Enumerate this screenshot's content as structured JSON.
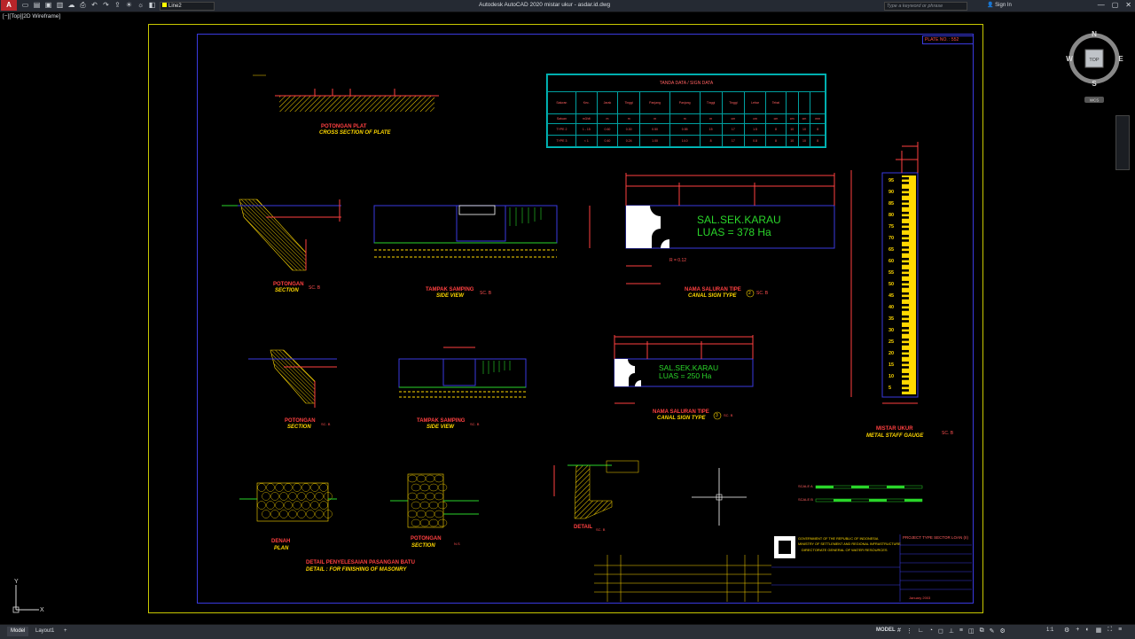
{
  "app": {
    "title": "Autodesk AutoCAD 2020   mistar ukur - asdar.id.dwg",
    "logo": "A",
    "layer": "Line2",
    "search_placeholder": "Type a keyword or phrase",
    "sign_in": "Sign In",
    "view_label": "[−][Top][2D Wireframe]"
  },
  "viewcube": {
    "n": "N",
    "s": "S",
    "e": "E",
    "w": "W",
    "top": "TOP",
    "wcs": "WCS"
  },
  "status": {
    "tab_model": "Model",
    "tab_layout1": "Layout1",
    "add": "+",
    "model_btn": "MODEL",
    "scale": "1:1"
  },
  "drawing": {
    "plate_no": "PLATE NO. :   552",
    "cross_section_title": "POTONGAN PLAT",
    "cross_section_sub": "CROSS SECTION OF PLATE",
    "table_title": "TANDA DATA / SIGN DATA",
    "table_rows": [
      [
        "TYPE 2",
        "1 - 15",
        "0.60",
        "0.30",
        "0.50",
        "0.55",
        "15",
        "17",
        "1.5",
        "8",
        "10",
        "10",
        "8"
      ],
      [
        "TYPE 3",
        "< 1",
        "0.40",
        "0.24",
        "1.00",
        "14.0",
        "8",
        "17",
        "0.8",
        "8",
        "10",
        "10",
        "8"
      ]
    ],
    "potongan1": "POTONGAN",
    "section1": "SECTION",
    "sc1": "SC. B",
    "tampak1": "TAMPAK SAMPING",
    "sideview1": "SIDE VIEW",
    "sc2": "SC. B",
    "sign1_line1": "SAL.SEK.KARAU",
    "sign1_line2": "LUAS   = 378 Ha",
    "r012": "R = 0.12",
    "nama1": "NAMA SALURAN TIPE",
    "nama1_num": "2",
    "canal1": "CANAL SIGN TYPE",
    "sc3": "SC. B",
    "potongan2": "POTONGAN",
    "section2": "SECTION",
    "sc4": "SC. B",
    "tampak2": "TAMPAK SAMPING",
    "sideview2": "SIDE VIEW",
    "sc5": "SC. B",
    "sign2_line1": "SAL.SEK.KARAU",
    "sign2_line2": "LUAS   = 250 Ha",
    "nama2": "NAMA SALURAN TIPE",
    "nama2_num": "3",
    "canal2": "CANAL SIGN TYPE",
    "sc6": "SC. B",
    "mistar": "MISTAR UKUR",
    "metal": "METAL STAFF GAUGE",
    "sc7": "SC. B",
    "gauge_numbers": [
      "95",
      "90",
      "85",
      "80",
      "75",
      "70",
      "65",
      "60",
      "55",
      "50",
      "45",
      "40",
      "35",
      "30",
      "25",
      "20",
      "15",
      "10",
      "5"
    ],
    "denah": "DENAH",
    "plan": "PLAN",
    "potongan3": "POTONGAN",
    "section3": "SECTION",
    "ns": "N.S",
    "detail": "DETAIL",
    "sc8": "SC. B",
    "detail_title": "DETAIL PENYELESAIAN PASANGAN BATU",
    "detail_sub": "DETAIL : FOR FINISHING OF MASONRY",
    "scale_a": "SCALE A",
    "scale_b": "SCALE B",
    "project_type": "PROJECT TYPE SECTOR LOAN (II)",
    "gov_line1": "GOVERNMENT OF THE REPUBLIC OF INDONESIA",
    "gov_line2": "MINISTRY OF SETTLEMENT AND REGIONAL INFRASTRUCTURE",
    "gov_line3": "DIRECTORATE GENERAL OF WATER RESOURCES",
    "date": "January 2003"
  }
}
